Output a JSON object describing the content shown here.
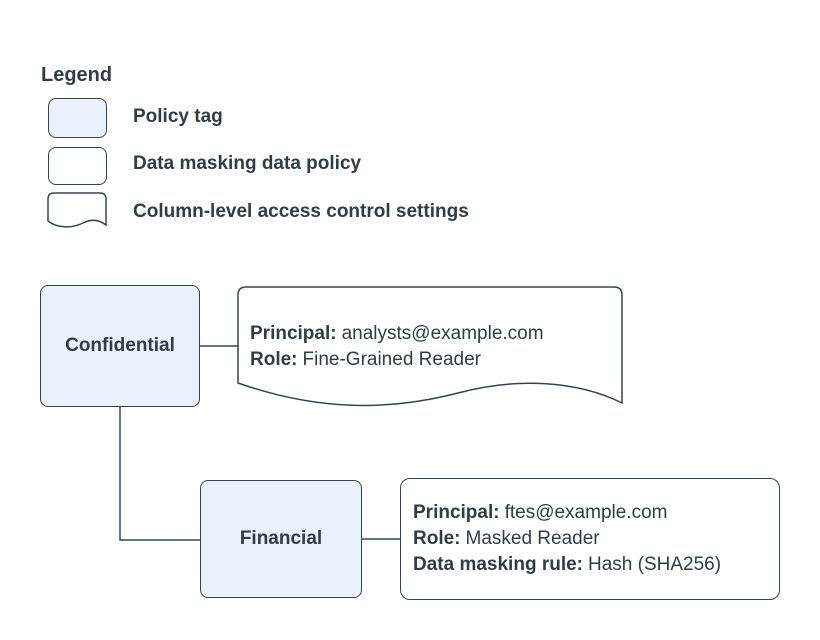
{
  "colors": {
    "node_fill": "#e9f1fc",
    "shape_fill": "#ffffff",
    "stroke": "#39434e",
    "text": "#333b44"
  },
  "legend": {
    "title": "Legend",
    "items": [
      {
        "shape": "policy-tag-rounded-rect",
        "label": "Policy tag"
      },
      {
        "shape": "data-policy-rounded-rect",
        "label": "Data masking data policy"
      },
      {
        "shape": "document-wave",
        "label": "Column-level access control settings"
      }
    ]
  },
  "diagram": {
    "nodes": [
      {
        "id": "confidential",
        "label": "Confidential"
      },
      {
        "id": "financial",
        "label": "Financial"
      }
    ],
    "annotations": [
      {
        "id": "confidential-access",
        "shape": "document-wave",
        "lines": [
          {
            "label": "Principal:",
            "value": "analysts@example.com"
          },
          {
            "label": "Role:",
            "value": "Fine-Grained Reader"
          }
        ]
      },
      {
        "id": "financial-policy",
        "shape": "data-policy-rounded-rect",
        "lines": [
          {
            "label": "Principal:",
            "value": "ftes@example.com"
          },
          {
            "label": "Role:",
            "value": "Masked Reader"
          },
          {
            "label": "Data masking rule:",
            "value": "Hash (SHA256)"
          }
        ]
      }
    ]
  }
}
